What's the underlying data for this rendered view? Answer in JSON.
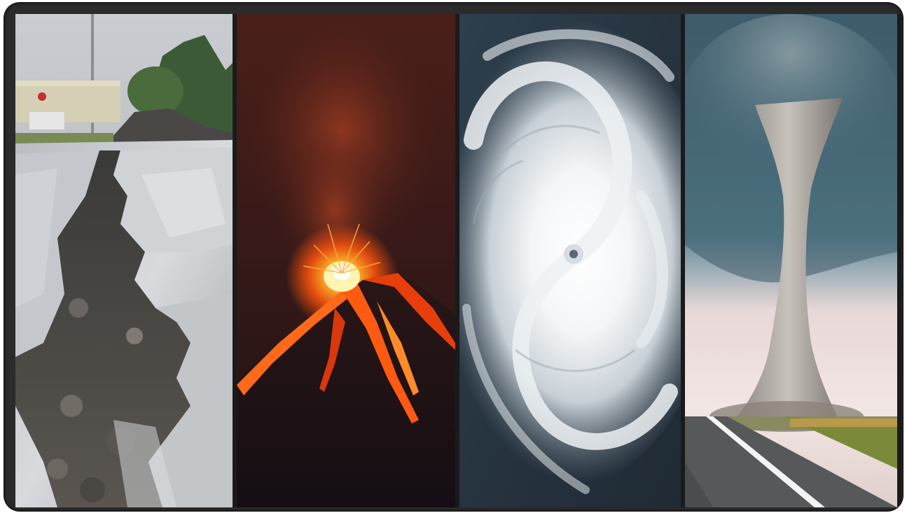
{
  "collage": {
    "panels": [
      {
        "subject": "earthquake-cracked-road"
      },
      {
        "subject": "erupting-volcano"
      },
      {
        "subject": "hurricane-satellite-view"
      },
      {
        "subject": "tornado-over-road"
      }
    ]
  }
}
